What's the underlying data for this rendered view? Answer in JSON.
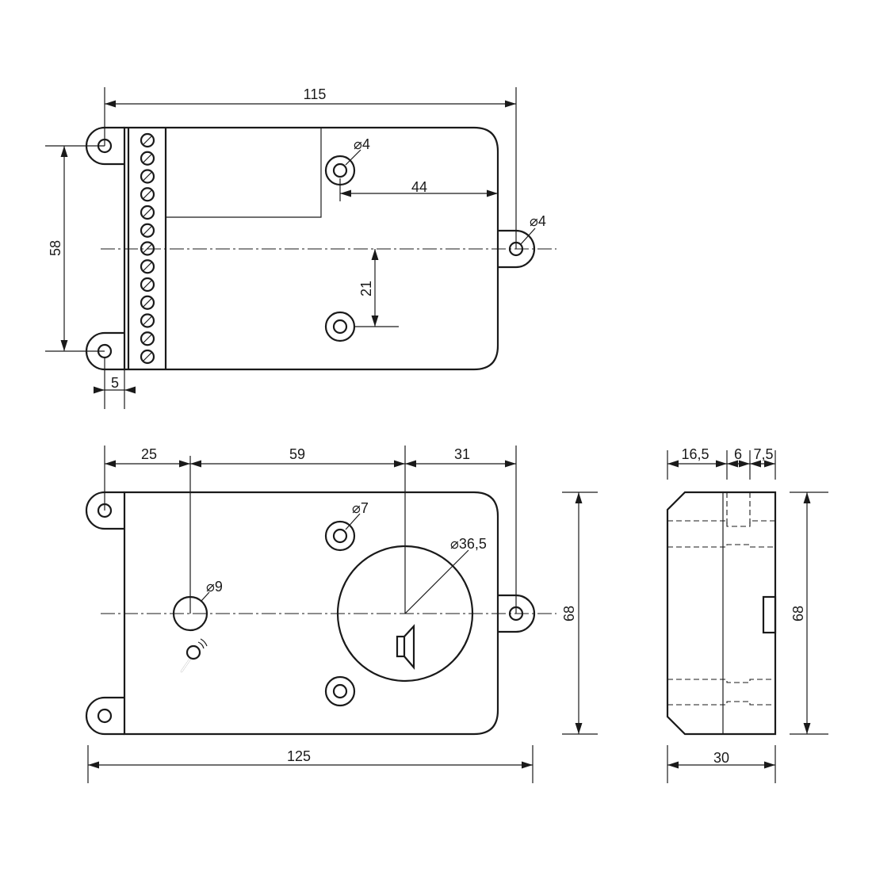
{
  "top_view": {
    "dims": {
      "width_115": "115",
      "offset_44": "44",
      "height_58": "58",
      "offset_21": "21",
      "tab_5": "5",
      "hole_upper": "⌀4",
      "hole_tab": "⌀4"
    },
    "terminal_count": 13
  },
  "front_view": {
    "dims": {
      "seg_25": "25",
      "seg_59": "59",
      "seg_31": "31",
      "height_68": "68",
      "width_125": "125",
      "hole_7": "⌀7",
      "mic_9": "⌀9",
      "speaker_36_5": "⌀36,5"
    }
  },
  "side_view": {
    "dims": {
      "seg_16_5": "16,5",
      "seg_6": "6",
      "seg_7_5": "7,5",
      "height_68": "68",
      "depth_30": "30"
    }
  },
  "icons": [
    "microphone-icon",
    "speaker-icon"
  ]
}
